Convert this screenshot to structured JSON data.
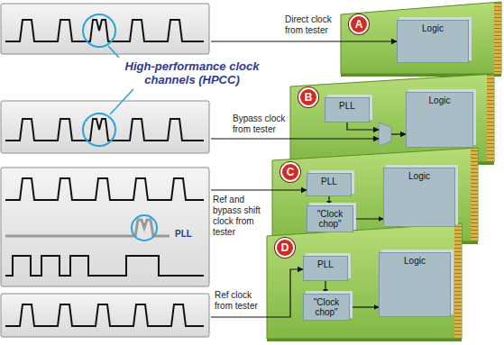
{
  "diagram": {
    "nodes": [
      {
        "text": [
          "A"
        ]
      },
      {
        "text": [
          "Logic"
        ]
      },
      {
        "text": [
          "B"
        ]
      },
      {
        "text": [
          "PLL"
        ]
      },
      {
        "text": [
          "Logic"
        ]
      },
      {
        "text": [
          "C"
        ]
      },
      {
        "text": [
          "PLL"
        ]
      },
      {
        "text": [
          "Logic"
        ]
      },
      {
        "text": [
          "\"Clock chop\""
        ]
      },
      {
        "text": [
          "D"
        ]
      },
      {
        "text": [
          "PLL"
        ]
      },
      {
        "text": [
          "\"Clock chop\""
        ]
      },
      {
        "text": [
          "Logic"
        ]
      }
    ],
    "edges": [
      {
        "from": 6,
        "to": 8,
        "arrow": "to"
      },
      {
        "from": 8,
        "to": 7,
        "arrow": "to"
      },
      {
        "from": 10,
        "to": 11,
        "arrow": "to"
      },
      {
        "from": 11,
        "to": 12,
        "arrow": "to"
      }
    ],
    "labels": [
      "High-performance clock channels (HPCC)",
      "PLL",
      "Direct clock from tester",
      "Bypass clock from tester",
      "Ref and bypass shift clock from tester",
      "Ref clock from tester"
    ]
  }
}
